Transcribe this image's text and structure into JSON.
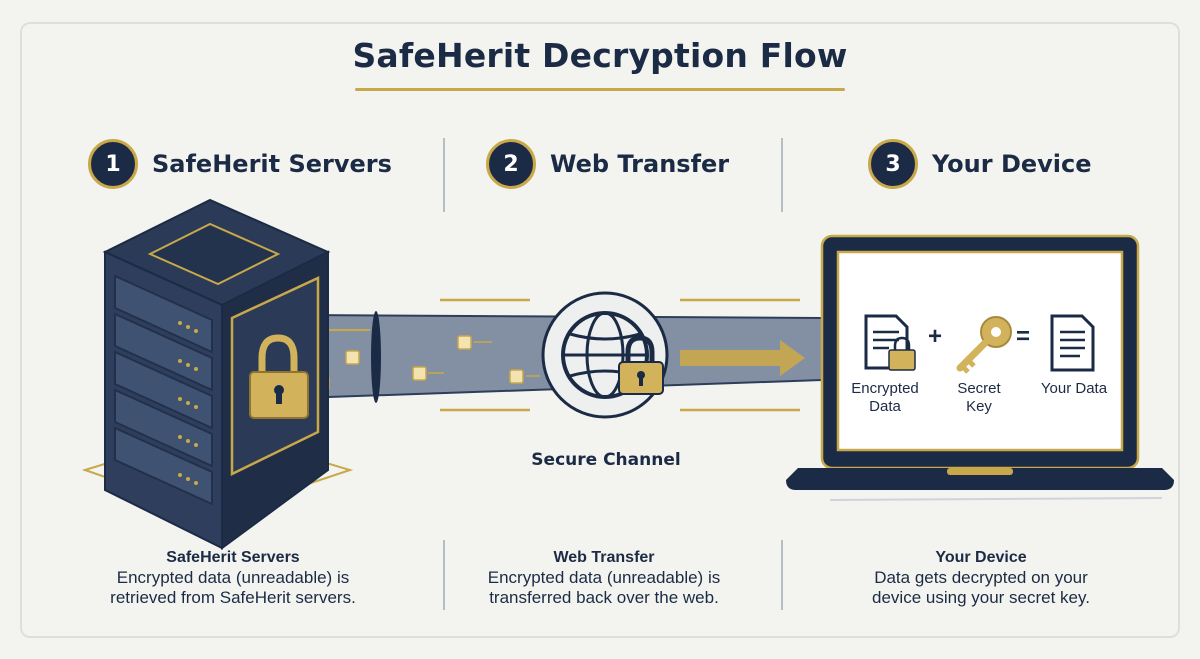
{
  "title": "SafeHerit Decryption Flow",
  "steps": [
    {
      "number": "1",
      "title": "SafeHerit Servers"
    },
    {
      "number": "2",
      "title": "Web Transfer"
    },
    {
      "number": "3",
      "title": "Your Device"
    }
  ],
  "channel": {
    "label": "Secure Channel"
  },
  "device": {
    "encrypted_label_line1": "Encrypted",
    "encrypted_label_line2": "Data",
    "plus": "+",
    "key_label_line1": "Secret",
    "key_label_line2": "Key",
    "equals": "=",
    "result_label": "Your Data"
  },
  "captions": [
    {
      "title": "SafeHerit Servers",
      "line1": "Encrypted data (unreadable) is",
      "line2": "retrieved from SafeHerit servers."
    },
    {
      "title": "Web Transfer",
      "line1": "Encrypted data (unreadable) is",
      "line2": "transferred back over the web."
    },
    {
      "title": "Your Device",
      "line1": "Data gets decrypted on your",
      "line2": "device using your secret key."
    }
  ],
  "colors": {
    "navy": "#1c2b45",
    "gold": "#c9a84a",
    "background": "#f3f4ef"
  }
}
